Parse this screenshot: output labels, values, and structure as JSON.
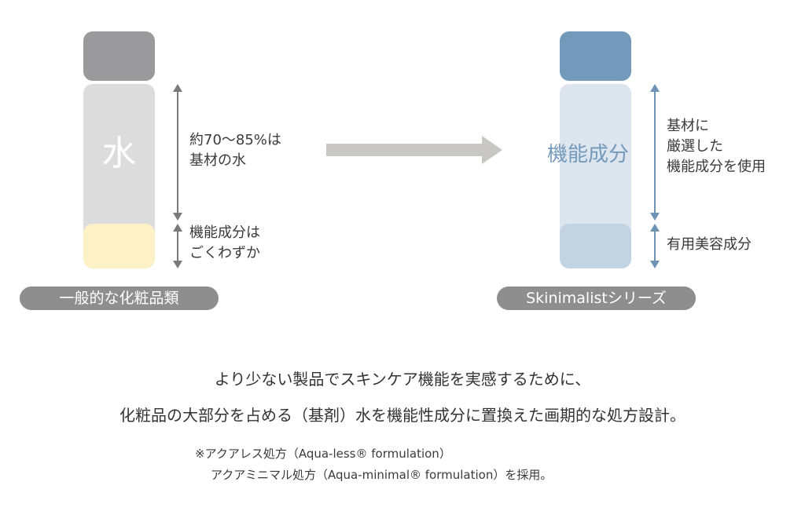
{
  "left": {
    "water_label": "水",
    "annotation_water": [
      "約70〜85%は",
      "基材の水"
    ],
    "annotation_active": [
      "機能成分は",
      "ごくわずか"
    ],
    "caption": "一般的な化粧品類",
    "colors": {
      "cap": "#9a9a9c",
      "body": "#dcdcdd",
      "active": "#fdf1c8",
      "arrow": "#7a7a7a"
    }
  },
  "right": {
    "body_label": "機能成分",
    "annotation_base": [
      "基材に",
      "厳選した",
      "機能成分を使用"
    ],
    "annotation_active": [
      "有用美容成分"
    ],
    "caption": "Skinimalistシリーズ",
    "colors": {
      "cap": "#7399bb",
      "body": "#dde5ee",
      "active": "#c2d3e2",
      "arrow": "#6f93b4"
    }
  },
  "summary": [
    "より少ない製品でスキンケア機能を実感するために、",
    "化粧品の大部分を占める（基剤）水を機能性成分に置換えた画期的な処方設計。"
  ],
  "footnote": [
    "※アクアレス処方（Aqua-less® formulation）",
    "アクアミニマル処方（Aqua-minimal® formulation）を採用。"
  ]
}
